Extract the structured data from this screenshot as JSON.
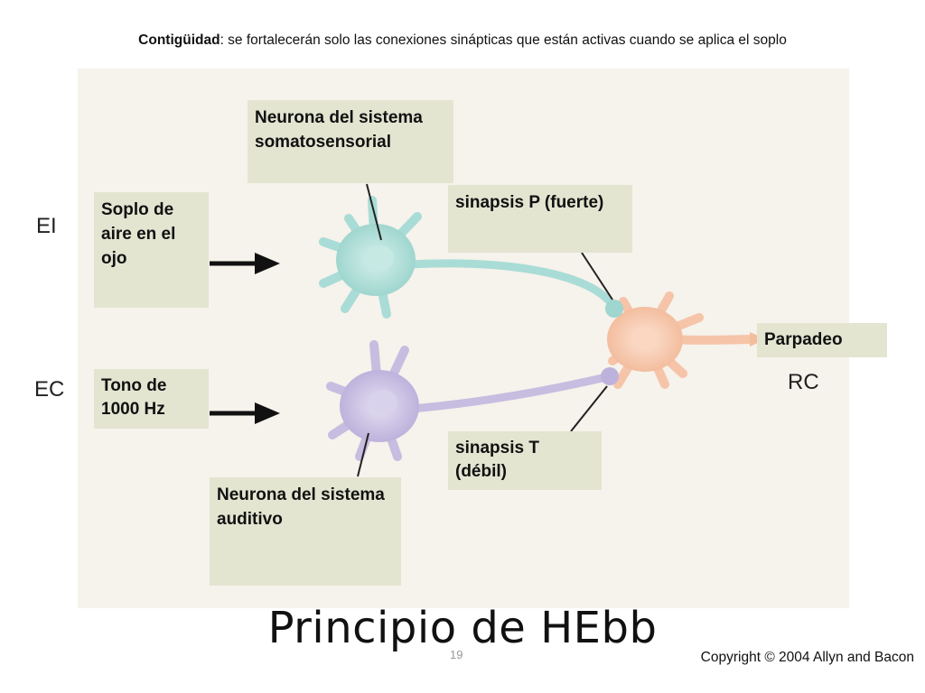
{
  "header": {
    "term": "Contigüidad",
    "text": ": se fortalecerán solo las conexiones sinápticas que están activas cuando se aplica el soplo"
  },
  "labels": {
    "ei": "EI",
    "ec": "EC",
    "rc": "RC"
  },
  "boxes": {
    "somatosensory_neuron": "Neurona del sistema somatosensorial",
    "air_puff": "Soplo de aire en el ojo",
    "p_synapse": "sinapsis P (fuerte)",
    "blink": "Parpadeo",
    "tone": "Tono de 1000 Hz",
    "t_synapse": "sinapsis T (débil)",
    "auditory_neuron": "Neurona del sistema auditivo"
  },
  "colors": {
    "somatosensory_neuron": "#a9dcd6",
    "auditory_neuron": "#c7bde0",
    "motor_neuron": "#f6c4a8",
    "label_box": "#e3e5d1",
    "figure_background": "#f6f2ec"
  },
  "title": "Principio de HEbb",
  "page_number": "19",
  "copyright": "Copyright © 2004 Allyn and Bacon"
}
